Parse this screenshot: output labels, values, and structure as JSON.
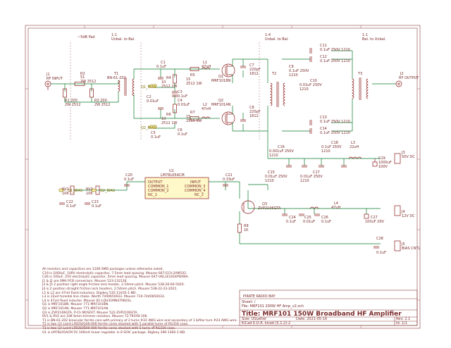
{
  "headings": {
    "pad": "~5dB Pad",
    "unbal_top_1_1": "1:1",
    "unbal_top": "Unbal. to Bal.",
    "unbal_mid_1_4": "1:4",
    "unbal_mid": "Unbal. to Bal.",
    "bal_right_1_1": "1:1",
    "bal_right": "Bal. to Unbal."
  },
  "components": {
    "j1": "J1",
    "j1_v": "RF INPUT",
    "r1": "R1",
    "r1_v": "200\n2W 2512",
    "r2": "R2",
    "r2_v": "51\n2W 2512",
    "r3": "R3",
    "r3_v": "200\n2W 2512",
    "t1": "T1",
    "t1_v": "BN-61-202",
    "c1": "C1",
    "c1_v": "0.1uF",
    "c2": "C2",
    "c2_v": "0.01uF",
    "c3": "C3",
    "c3_v": "0.1uF",
    "r4": "R4",
    "r4_v": "10\n2512 1W",
    "r5": "R5",
    "r5_v": "15\n2512 1W",
    "r6": "R6",
    "r6_v": "10\n2512 1W",
    "r7": "R7",
    "r7_v": "15\n2512 1W",
    "c4": "C4",
    "c4_v": "0.01uF",
    "c5": "C5",
    "c5_v": "0.1uF",
    "c6": "C6",
    "c6_v": "0.1uF",
    "l1": "L1",
    "l1_v": "47nH",
    "l2": "L2",
    "l2_v": "47nH",
    "q1": "Q1",
    "q1_v": "MRF101BN",
    "q2": "Q2",
    "q2_v": "MRF101AN",
    "c7": "C7",
    "c7_v": "220pF\n1812",
    "c8": "C8",
    "c8_v": "220pF\n1812",
    "t2": "T2",
    "c9": "C9",
    "c9_v": "0.1uF 250V\n1210",
    "c10": "C10",
    "c10_v": "0.01uF 250V\n1210",
    "c11": "C11",
    "c11_v": "0.1uF 250V 1210",
    "c12": "C12",
    "c12_v": "0.1uF 250V 1210",
    "c13": "C13",
    "c13_v": "0.1uF 250V 1210",
    "c14": "C14",
    "c14_v": "0.1uF 250V 1210",
    "t3": "T3",
    "j2": "J2",
    "j2_v": "RF OUTPUT",
    "c15": "C15",
    "c15_v": "0.01uF 250V\n1210",
    "c16": "C16",
    "c16_v": "0.001uF 250V\n1210",
    "c17": "C17",
    "c17_v": "0.01uF 250V\n1210",
    "c18": "C18",
    "c18_v": "0.1uF 250V\n1210",
    "l3": "L3",
    "l3_v": "22uH",
    "c19": "C19",
    "c19_v": "1000uF\n100V",
    "j3": "J3",
    "j3_v": "50V DC",
    "u1": "U1",
    "u1_v": "LM78L05ACM",
    "u1_pins": [
      "OUTPUT",
      "COMMON_1",
      "COMMON_2",
      "NC_1",
      "INPUT",
      "COMMON_3",
      "COMMON_4",
      "NC_2"
    ],
    "c20": "C20",
    "c20_v": "0.1uF",
    "c21": "C21",
    "c21_v": "0.33uF",
    "rv1": "RV1",
    "rv1_v": "10K",
    "rv2": "RV2",
    "rv2_v": "10K",
    "c22": "C22",
    "c22_v": "0.1uF",
    "c23": "C23",
    "c23_v": "0.1uF",
    "q3": "Q3",
    "q3_v": "ZVP2106GTA",
    "r8": "R8",
    "r8_v": "1K",
    "l4": "L4",
    "l4_v": "47uH",
    "c24": "C24",
    "c24_v": "0.1uF",
    "c25": "C25",
    "c25_v": "0.01uF",
    "c26": "C26",
    "c26_v": "0.1uF",
    "c27": "C27",
    "c27_v": "100uF 20V",
    "c28": "C28",
    "c28_v": "0.1uF",
    "j4": "J4",
    "j4_v": "12V DC",
    "j5": "J5",
    "j5_v": "BIAS CNTL"
  },
  "nets": {
    "q1_bias_top": "Q1_BIAS",
    "q2_bias_mid": "Q2_BIAS",
    "q1_bias_rv": "Q1_BIAS",
    "q2_bias_rv": "Q2_BIAS"
  },
  "notes": "All resistors and capacitors are 1206 SMD packages unless otherwise noted.\nC19 is 1000uF, 100V electrolytic capacitor, 7.5mm lead spacing. Mouser 667-ECA-2AM102.\nC26 is 100uF, 25V electrolytic capacitor, 5mm lead spacing. Mouser 647-UKL1E101KPDANA.\nJ1 & J2 are SMA PCB connectors. Mouser 523-132136.\nJ3 & J5 2 position right angle friction lock header, 2.54mm pitch. Mouser 538-26-60-5020.\nJ4 is 2 position straight friction lock headers, 2.54mm pitch. Mouser 538-22-23-2021.\nL1 & L2 are 47nH fixed inductors. Digikey 535-12435-1-ND.\nL3 is 22uH toroidal line choke. Wurth 7440650033. Mouser 710-7440650033.\nL4 is 47uH fixed inductor. Mouser 81-LQH31MN470K03L.\nQ1 is MRF101BN. Mouser 771-MRF101BN.\nQ2 is MRF101AN. Mouser 771-MRF101AN.\nQ3 is ZVP2106GTA, P-Ch MOSFET. Mouser 522-ZVP2106GTA.\nRV1 & RV2 are 10K 6mm trimmer resistors. Mouser 72-T93YB-10K.\nT1 is BN-61-202 binocular ferrite core with primary of 2 turns #22 AWG wire and secondary of 1 bifilar turn #24 AWG wire.\nT2 is two (2) Laird LFB2S0100-000 ferrite cores stacked with 5 parallel turns of RG316 coax.\nT3 is two (2) Laird LFB2S0100-000 ferrite cores stacked with 5 turns of RG316 coax.\nU1 is LM78L05ACM 5V 100mA linear regulator in 8 SOIC package. Digikey 296-1360-1-ND.",
  "titleblock": {
    "company": "PIRATE RADIO BAY",
    "sheet": "Sheet: /",
    "file": "File: MRF101 200W HF Amp_v2.sch",
    "title": "Title: MRF101 150W Broadband HF Amplifier",
    "size": "Size: USLetter",
    "date": "Date: 2021-05-16",
    "tool": "KiCad E.D.A.  kicad (5.1.2)-2",
    "rev": "Rev: 2.1",
    "id": "Id: 1/1"
  },
  "colors": {
    "wire": "#0a7a2a",
    "part": "#8b1a1a",
    "body": "#fff8c8",
    "net": "#7a6a00",
    "frame": "#7a2a2a"
  }
}
